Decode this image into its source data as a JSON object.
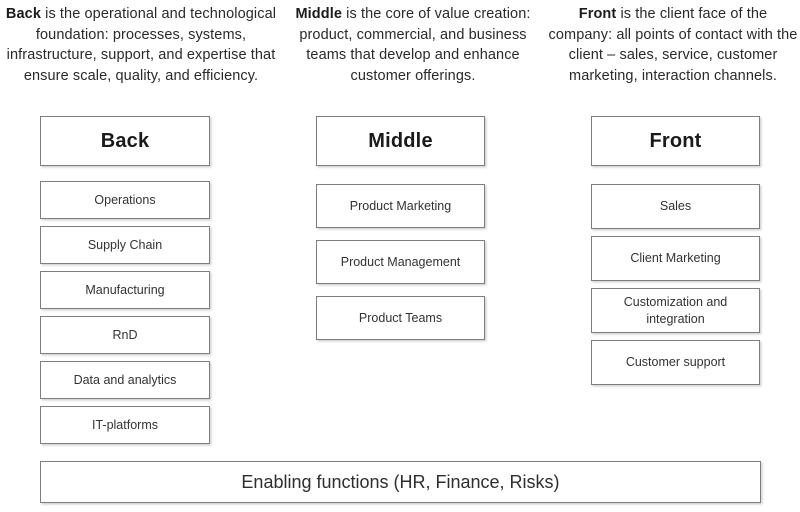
{
  "diagram": {
    "columns": [
      {
        "desc_bold": "Back",
        "desc_rest": " is the operational and technological foundation: processes, systems, infrastructure, support, and expertise that ensure scale, quality, and efficiency.",
        "header": "Back",
        "items": [
          "Operations",
          "Supply Chain",
          "Manufacturing",
          "RnD",
          "Data and analytics",
          "IT-platforms"
        ]
      },
      {
        "desc_bold": "Middle",
        "desc_rest": " is the core of value creation: product, commercial, and business teams that develop and enhance customer offerings.",
        "header": "Middle",
        "items": [
          "Product Marketing",
          "Product Management",
          "Product Teams"
        ]
      },
      {
        "desc_bold": "Front",
        "desc_rest": " is the client face of the company: all points of contact with the client – sales, service, customer marketing, interaction channels.",
        "header": "Front",
        "items": [
          "Sales",
          "Client Marketing",
          "Customization and integration",
          "Customer support"
        ]
      }
    ],
    "footer_label": "Enabling functions (HR, Finance, Risks)",
    "colors": {
      "border": "#7e7e7e",
      "text": "#2e2e2e",
      "background": "#ffffff"
    }
  }
}
